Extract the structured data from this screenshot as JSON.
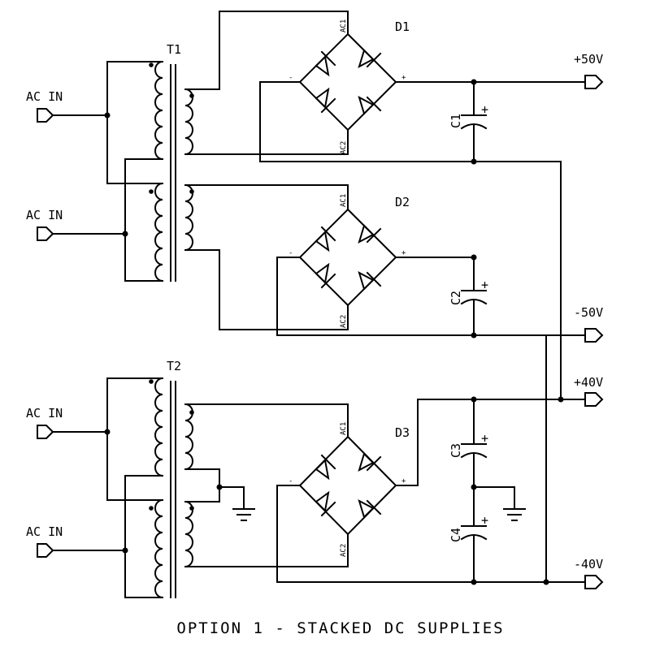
{
  "title": "OPTION 1 - STACKED DC SUPPLIES",
  "transformers": [
    {
      "ref": "T1"
    },
    {
      "ref": "T2"
    }
  ],
  "bridges": [
    {
      "ref": "D1",
      "ac1": "AC1",
      "ac2": "AC2",
      "minus": "-",
      "plus": "+"
    },
    {
      "ref": "D2",
      "ac1": "AC1",
      "ac2": "AC2",
      "minus": "-",
      "plus": "+"
    },
    {
      "ref": "D3",
      "ac1": "AC1",
      "ac2": "AC2",
      "minus": "-",
      "plus": "+"
    }
  ],
  "capacitors": [
    {
      "ref": "C1",
      "polarity": "+"
    },
    {
      "ref": "C2",
      "polarity": "+"
    },
    {
      "ref": "C3",
      "polarity": "+"
    },
    {
      "ref": "C4",
      "polarity": "+"
    }
  ],
  "inputs": [
    {
      "label": "AC IN"
    },
    {
      "label": "AC IN"
    },
    {
      "label": "AC IN"
    },
    {
      "label": "AC IN"
    }
  ],
  "outputs": [
    {
      "label": "+50V"
    },
    {
      "label": "-50V"
    },
    {
      "label": "+40V"
    },
    {
      "label": "-40V"
    }
  ]
}
